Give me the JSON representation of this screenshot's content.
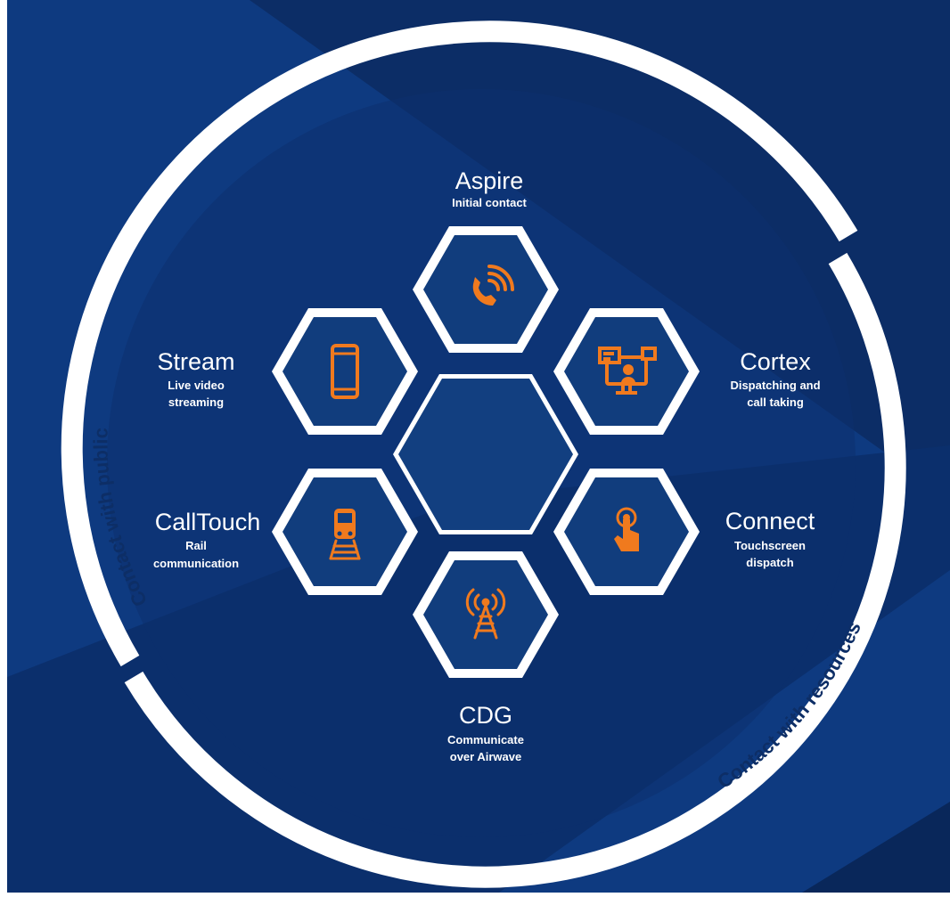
{
  "colors": {
    "background_dark": "#0b2b63",
    "background_mid": "#0f3d85",
    "hex_fill": "#113d7d",
    "hex_border": "#ffffff",
    "icon_accent": "#f07a1e",
    "ring": "#ffffff",
    "ring_text": "#0d2e66"
  },
  "ring": {
    "upper_label": "Contact with public",
    "lower_label": "Contact with resources"
  },
  "products": [
    {
      "title": "Aspire",
      "subtitle_lines": [
        "Initial contact"
      ],
      "icon": "phone-call-icon"
    },
    {
      "title": "Cortex",
      "subtitle_lines": [
        "Dispatching and",
        "call taking"
      ],
      "icon": "dispatch-monitor-icon"
    },
    {
      "title": "Connect",
      "subtitle_lines": [
        "Touchscreen",
        "dispatch"
      ],
      "icon": "touch-hand-icon"
    },
    {
      "title": "CDG",
      "subtitle_lines": [
        "Communicate",
        "over Airwave"
      ],
      "icon": "radio-tower-icon"
    },
    {
      "title": "CallTouch",
      "subtitle_lines": [
        "Rail",
        "communication"
      ],
      "icon": "train-icon"
    },
    {
      "title": "Stream",
      "subtitle_lines": [
        "Live video",
        "streaming"
      ],
      "icon": "smartphone-icon"
    }
  ]
}
